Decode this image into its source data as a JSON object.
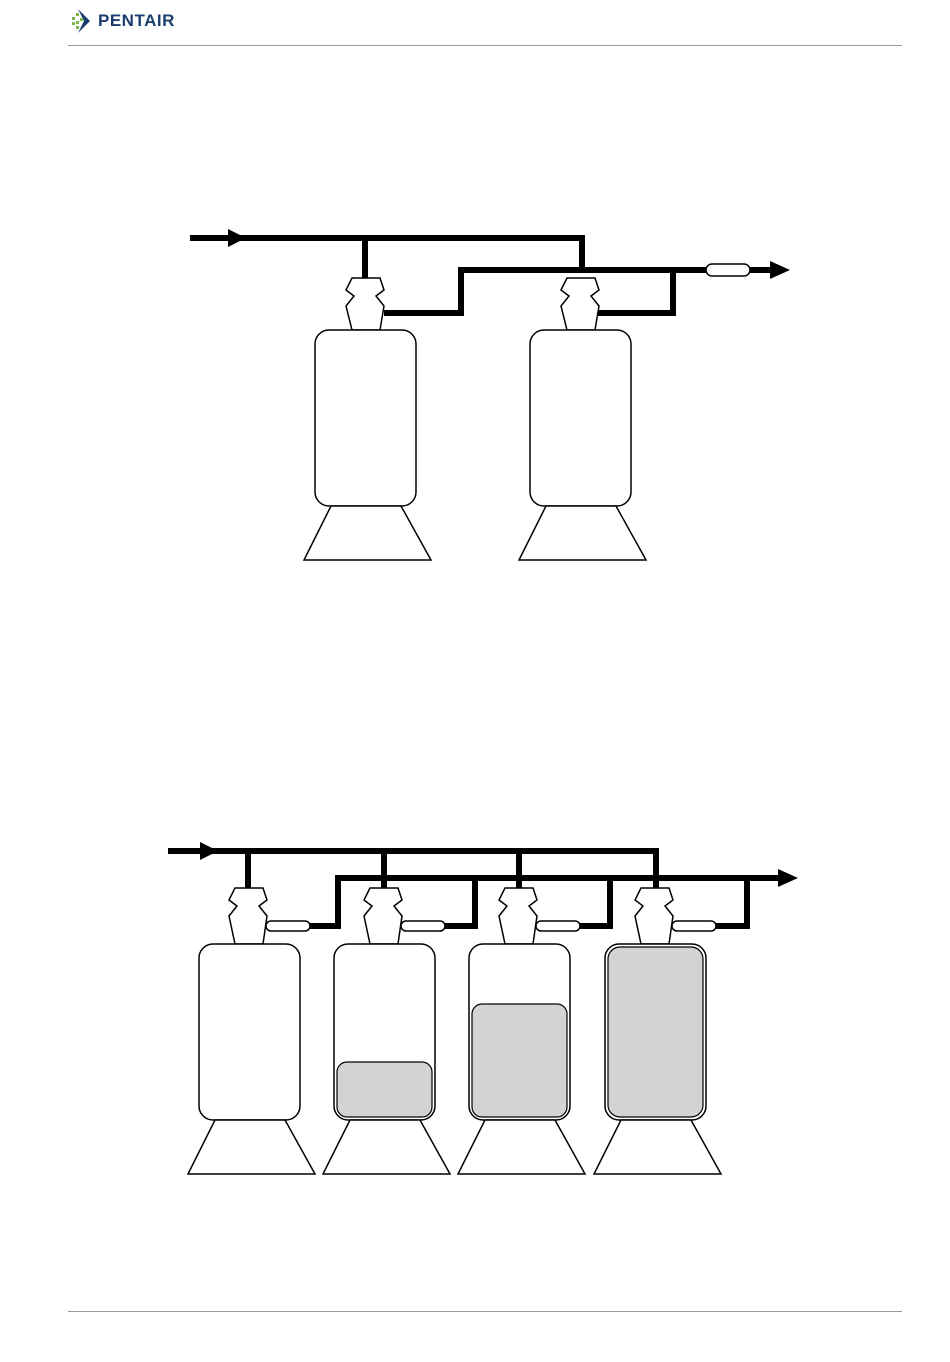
{
  "header": {
    "brand": "PENTAIR",
    "brand_color": "#1b3e6f",
    "logo_icon": "pentair-diamond-logo-icon"
  },
  "diagram_1": {
    "tanks": [
      {
        "name": "tank-1",
        "fill_fraction": 0
      },
      {
        "name": "tank-2",
        "fill_fraction": 0
      }
    ],
    "flow": {
      "inlet": "left",
      "outlet": "right"
    }
  },
  "diagram_2": {
    "tanks": [
      {
        "name": "tank-1",
        "fill_fraction": 0
      },
      {
        "name": "tank-2",
        "fill_fraction": 0.33
      },
      {
        "name": "tank-3",
        "fill_fraction": 0.66
      },
      {
        "name": "tank-4",
        "fill_fraction": 1.0
      }
    ],
    "flow": {
      "inlet": "left",
      "outlet": "right"
    },
    "media_color": "#d2d3d5"
  }
}
